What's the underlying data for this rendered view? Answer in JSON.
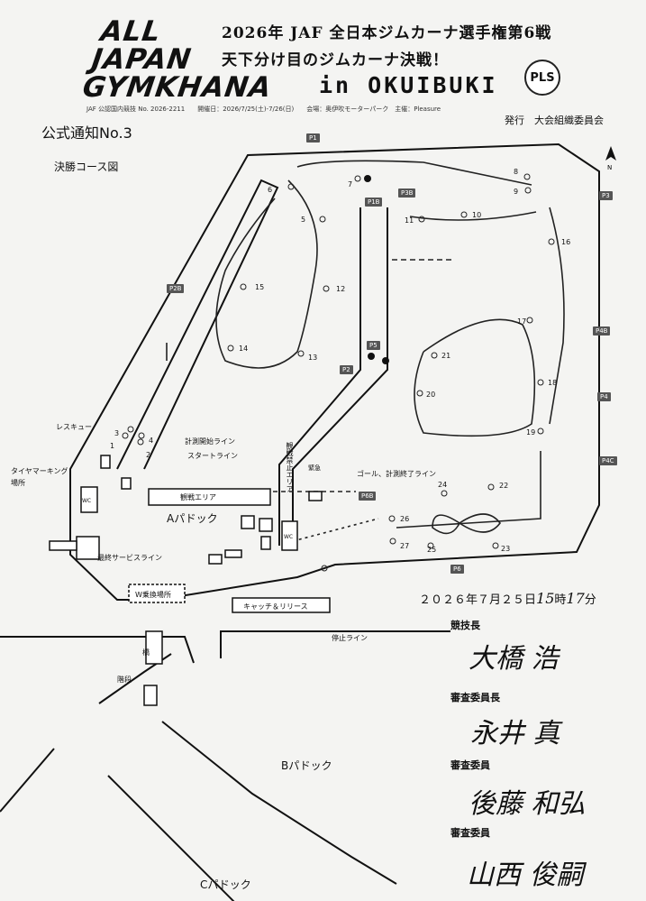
{
  "header": {
    "logo_lines": [
      "ALL",
      "JAPAN",
      "GYMKHANA"
    ],
    "title_line1": "2026年 JAF 全日本ジムカーナ選手権第6戦",
    "title_line2": "天下分け目のジムカーナ決戦！",
    "title_line3": "in OKUIBUKI",
    "meta": "JAF 公認国内競技 No. 2026-2211　　開催日：2026/7/25(土)-7/26(日)　　会場：奥伊吹モーターパーク　主催：Pleasure",
    "seal_text": "PLS",
    "publisher": "発行　大会組織委員会"
  },
  "notice": {
    "title": "公式通知No.3",
    "course_title": "決勝コース図"
  },
  "posts": [
    "P1",
    "P1B",
    "P3B",
    "P3",
    "P2B",
    "P4B",
    "P4",
    "P4C",
    "P2",
    "P6B",
    "P6",
    "P5"
  ],
  "gate_numbers": [
    "1",
    "2",
    "3",
    "4",
    "5",
    "6",
    "7",
    "8",
    "9",
    "10",
    "11",
    "12",
    "13",
    "14",
    "15",
    "16",
    "17",
    "18",
    "19",
    "20",
    "21",
    "22",
    "23",
    "24",
    "25",
    "26",
    "27"
  ],
  "labels": {
    "rescue": "レスキュー",
    "tire_marking": "タイヤマーキング\n場所",
    "wc": "WC",
    "measure_start": "計測開始ライン",
    "start_line": "スタートライン",
    "spectator_area": "観戦エリア",
    "a_paddock": "Aパドック",
    "no_spectating": "観戦禁止エリア",
    "emergency": "緊急",
    "goal_line": "ゴール、計測終了ライン",
    "final_service": "最終サービスライン",
    "w_exchange": "W乗換場所",
    "catch_release": "キャッチ＆リリース",
    "stop_line": "停止ライン",
    "bridge": "橋",
    "stairs": "階段",
    "b_paddock": "Bパドック",
    "c_paddock": "Cパドック"
  },
  "issued": {
    "date_text": "２０２６年７月２５日",
    "hour": "15",
    "hour_unit": "時",
    "minute": "17",
    "minute_unit": "分"
  },
  "officials": [
    {
      "role": "競技長",
      "signature": "大橋 浩"
    },
    {
      "role": "審査委員長",
      "signature": "永井 真"
    },
    {
      "role": "審査委員",
      "signature": "後藤 和弘"
    },
    {
      "role": "審査委員",
      "signature": "山西 俊嗣"
    }
  ]
}
